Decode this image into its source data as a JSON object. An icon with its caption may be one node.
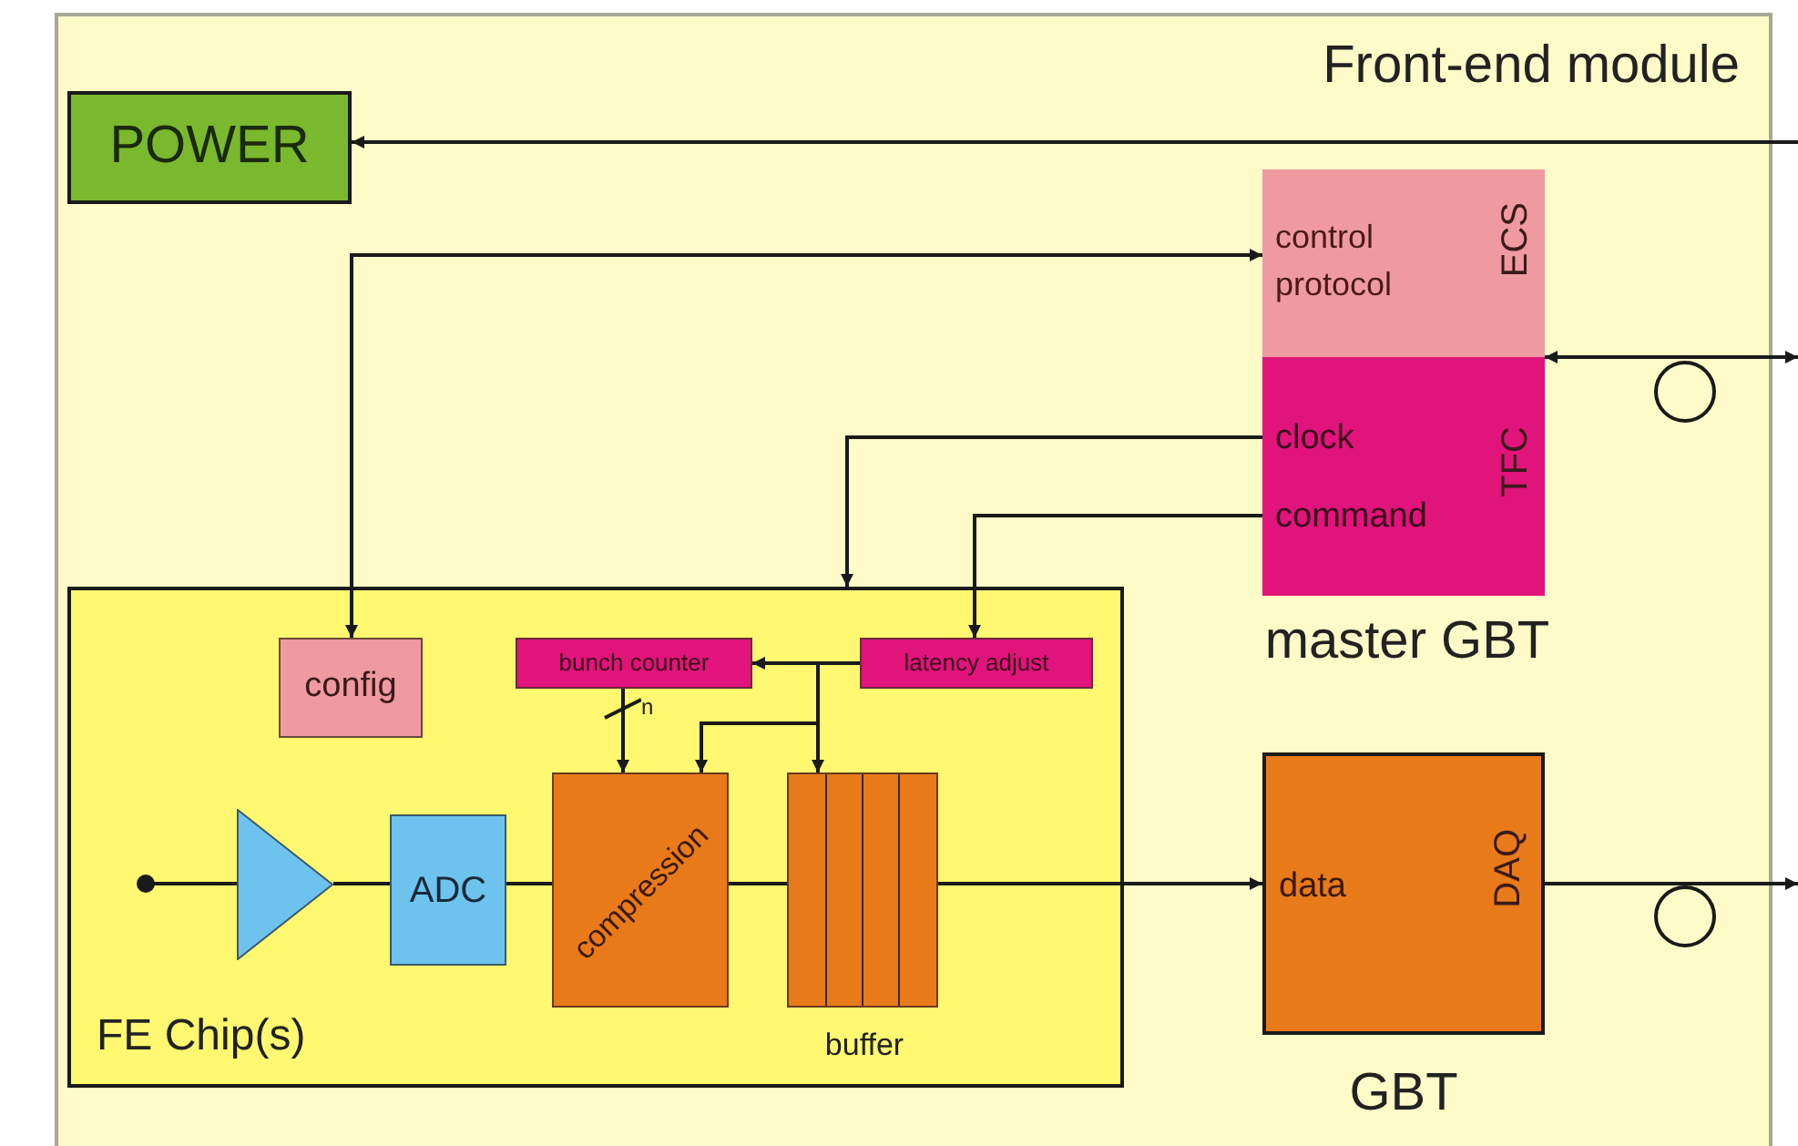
{
  "diagram": {
    "nodes": [
      {
        "text": [
          "Front-end module"
        ]
      },
      {
        "text": [
          "POWER"
        ],
        "in": 0
      },
      {
        "text": [
          "master GBT"
        ],
        "in": 0
      },
      {
        "text": [
          "control protocol",
          "ECS"
        ],
        "in": 2
      },
      {
        "text": [
          "clock",
          "command",
          "TFC"
        ],
        "in": 2
      },
      {
        "text": [
          "FE Chip(s)"
        ],
        "in": 0
      },
      {
        "text": [
          "config"
        ],
        "in": 5
      },
      {
        "text": [
          "bunch counter"
        ],
        "in": 5
      },
      {
        "text": [
          "latency adjust"
        ],
        "in": 5
      },
      {
        "text": [],
        "shape": "circle",
        "in": 5
      },
      {
        "text": [],
        "shape": "triangle",
        "in": 5
      },
      {
        "text": [
          "ADC"
        ],
        "in": 5
      },
      {
        "text": [
          "compression"
        ],
        "in": 5
      },
      {
        "text": [
          "buffer"
        ],
        "in": 5
      },
      {
        "text": [
          "data",
          "DAQ",
          "GBT"
        ],
        "in": 0
      }
    ],
    "edges": [
      {
        "from": null,
        "to": 1,
        "arrow": "to"
      },
      {
        "from": null,
        "to": 2,
        "arrow": "both"
      },
      {
        "from": 3,
        "to": 6,
        "arrow": "both"
      },
      {
        "from": 4,
        "to": 5,
        "arrow": "to"
      },
      {
        "from": 4,
        "to": 8,
        "arrow": "to"
      },
      {
        "from": 8,
        "to": 7,
        "arrow": "to"
      },
      {
        "from": 8,
        "to": 12,
        "arrow": "to"
      },
      {
        "from": 8,
        "to": 13,
        "arrow": "to"
      },
      {
        "from": 7,
        "to": 12,
        "arrow": "to",
        "label": "n"
      },
      {
        "from": 9,
        "to": 10,
        "arrow": "none"
      },
      {
        "from": 10,
        "to": 11,
        "arrow": "none"
      },
      {
        "from": 11,
        "to": 12,
        "arrow": "none"
      },
      {
        "from": 12,
        "to": 13,
        "arrow": "none"
      },
      {
        "from": 13,
        "to": 14,
        "arrow": "to"
      },
      {
        "from": 14,
        "to": null,
        "arrow": "to"
      }
    ]
  }
}
